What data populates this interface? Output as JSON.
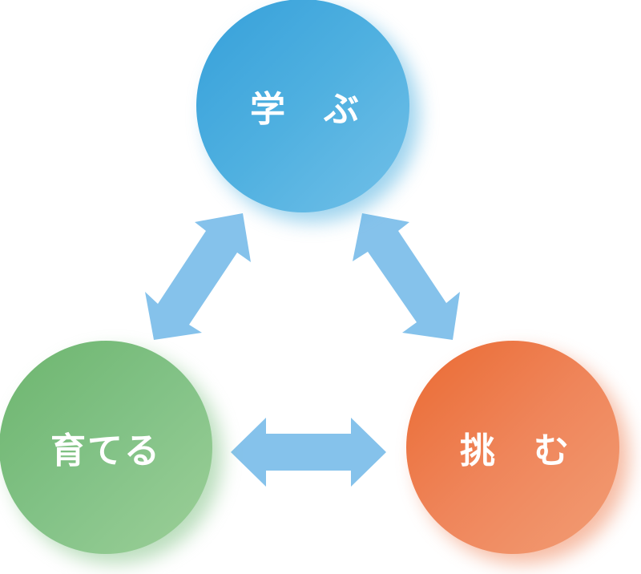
{
  "diagram": {
    "type": "cycle",
    "nodes": [
      {
        "id": "learn",
        "label": "学　ぶ",
        "color_start": "#36a0da",
        "color_end": "#72c0e8"
      },
      {
        "id": "grow",
        "label": "育てる",
        "color_start": "#6db56e",
        "color_end": "#9ccf98"
      },
      {
        "id": "challenge",
        "label": "挑　む",
        "color_start": "#ea6a32",
        "color_end": "#f29d75"
      }
    ],
    "edges": [
      {
        "from": "learn",
        "to": "grow",
        "bidirectional": true
      },
      {
        "from": "learn",
        "to": "challenge",
        "bidirectional": true
      },
      {
        "from": "grow",
        "to": "challenge",
        "bidirectional": true
      }
    ],
    "arrow_color": "#85c2eb"
  }
}
